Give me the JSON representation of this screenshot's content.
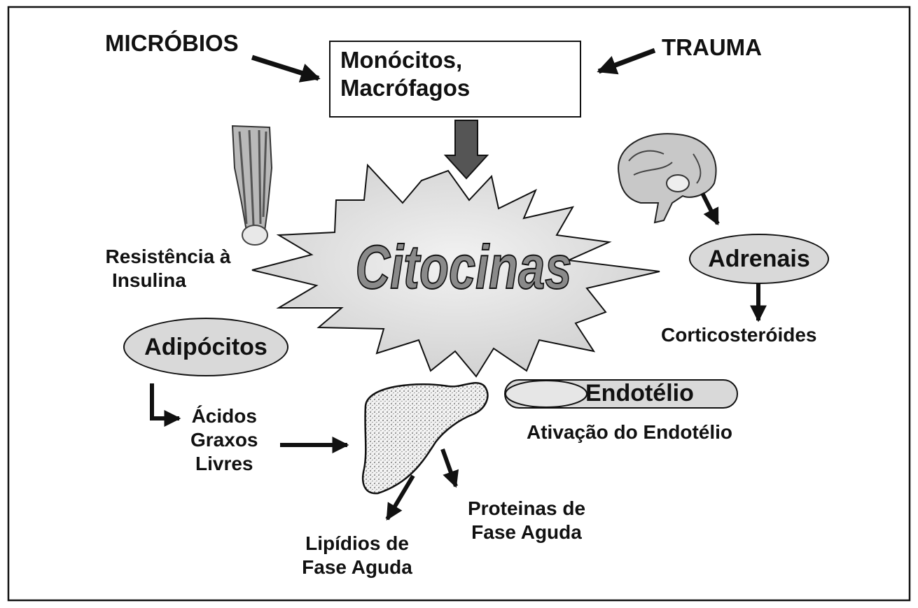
{
  "diagram": {
    "inputs": {
      "microbes": "MICRÓBIOS",
      "trauma": "TRAUMA"
    },
    "monocytes_box": {
      "line1": "Monócitos,",
      "line2": "Macrófagos"
    },
    "center": "Citocinas",
    "insulin_resistance": {
      "line1": "Resistência à",
      "line2": "Insulina"
    },
    "adipocytes": "Adipócitos",
    "fatty_acids": {
      "line1": "Ácidos",
      "line2": "Graxos",
      "line3": "Livres"
    },
    "adrenals": "Adrenais",
    "corticosteroids": "Corticosteróides",
    "endothelium": "Endotélio",
    "endothelium_activation": "Ativação do Endotélio",
    "acute_lipids": {
      "line1": "Lipídios de",
      "line2": "Fase Aguda"
    },
    "acute_proteins": {
      "line1": "Proteinas de",
      "line2": "Fase Aguda"
    }
  }
}
